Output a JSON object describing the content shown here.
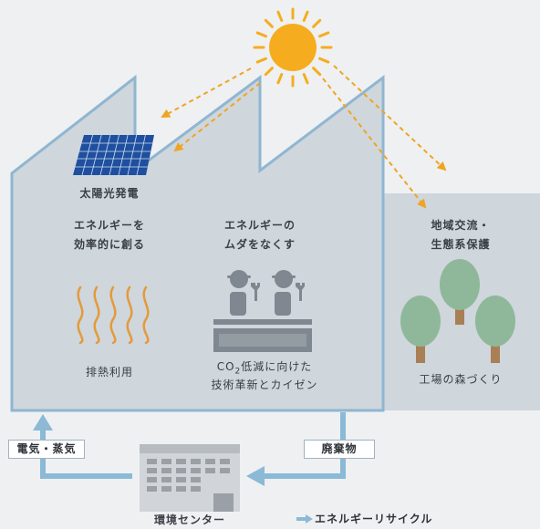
{
  "labels": {
    "solar_power": "太陽光発電",
    "energy_create_line1": "エネルギーを",
    "energy_create_line2": "効率的に創る",
    "energy_waste_line1": "エネルギーの",
    "energy_waste_line2": "ムダをなくす",
    "regional_line1": "地域交流・",
    "regional_line2": "生態系保護",
    "waste_heat": "排熱利用",
    "co2_line1": "CO",
    "co2_sub": "2",
    "co2_line1_rest": "低減に向けた",
    "co2_line2": "技術革新とカイゼン",
    "factory_forest": "工場の森づくり",
    "electricity_steam": "電気・蒸気",
    "waste": "廃棄物",
    "environment_center": "環境センター"
  },
  "legend": {
    "label": "エネルギーリサイクル"
  },
  "colors": {
    "factory_fill": "#cfd6dc",
    "factory_outline": "#8fb6d1",
    "recycle_arrow": "#8bb9d6",
    "sun": "#f5ad1f",
    "sun_ray_arrow": "#efa521",
    "heat_wave": "#e49a3a",
    "tree_crown": "#8fb89a",
    "tree_trunk": "#a97f55",
    "worker": "#7f8890",
    "panel": "#1f4f9e"
  }
}
